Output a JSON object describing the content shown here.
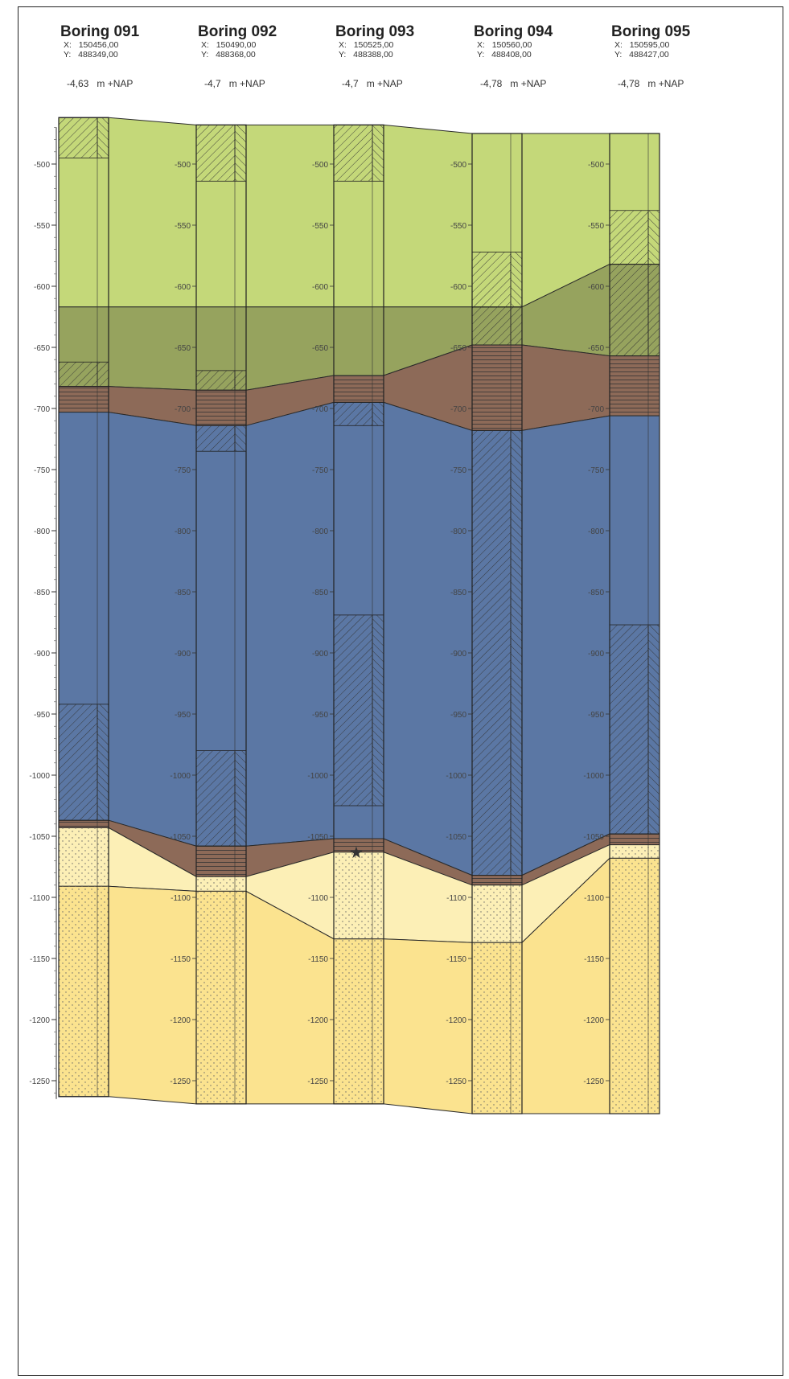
{
  "borings": [
    {
      "name": "Boring 091",
      "x_label": "X:",
      "x": "150456,00",
      "y_label": "Y:",
      "y": "488349,00",
      "elevation": "-4,63",
      "elevation_unit": "m +NAP"
    },
    {
      "name": "Boring 092",
      "x_label": "X:",
      "x": "150490,00",
      "y_label": "Y:",
      "y": "488368,00",
      "elevation": "-4,7",
      "elevation_unit": "m +NAP"
    },
    {
      "name": "Boring 093",
      "x_label": "X:",
      "x": "150525,00",
      "y_label": "Y:",
      "y": "488388,00",
      "elevation": "-4,7",
      "elevation_unit": "m +NAP"
    },
    {
      "name": "Boring 094",
      "x_label": "X:",
      "x": "150560,00",
      "y_label": "Y:",
      "y": "488408,00",
      "elevation": "-4,78",
      "elevation_unit": "m +NAP"
    },
    {
      "name": "Boring 095",
      "x_label": "X:",
      "x": "150595,00",
      "y_label": "Y:",
      "y": "488427,00",
      "elevation": "-4,78",
      "elevation_unit": "m +NAP"
    }
  ],
  "depth_ticks": [
    -500,
    -550,
    -600,
    -650,
    -700,
    -750,
    -800,
    -850,
    -900,
    -950,
    -1000,
    -1050,
    -1100,
    -1150,
    -1200,
    -1250
  ],
  "colors": {
    "topsoil": "#c4d879",
    "clay_olive": "#96a35e",
    "peat_brown": "#8d6a58",
    "clay_blue": "#5b77a4",
    "sand_light": "#fcefb6",
    "sand_yellow": "#fbe38f",
    "outline": "#222222"
  },
  "layers_depth": {
    "topsoil_top": [
      -462,
      -468,
      -468,
      -475,
      -475
    ],
    "olive_top": [
      -617,
      -617,
      -617,
      -617,
      -582
    ],
    "brown_top": [
      -682,
      -685,
      -673,
      -648,
      -657
    ],
    "blue_top": [
      -703,
      -714,
      -695,
      -718,
      -706
    ],
    "brown2_top": [
      -1037,
      -1058,
      -1052,
      -1082,
      -1048
    ],
    "lightsand_top": [
      -1043,
      -1083,
      -1063,
      -1090,
      -1057
    ],
    "yellowsand_top": [
      -1091,
      -1095,
      -1134,
      -1137,
      -1068
    ],
    "base": [
      -1263,
      -1269,
      -1269,
      -1277,
      -1277
    ]
  },
  "hatched_intervals": [
    {
      "boring": 0,
      "from": -462,
      "to": -495,
      "kind": "sand-clay"
    },
    {
      "boring": 0,
      "from": -662,
      "to": -682,
      "kind": "clay"
    },
    {
      "boring": 0,
      "from": -942,
      "to": -1037,
      "kind": "clay-sand"
    },
    {
      "boring": 1,
      "from": -468,
      "to": -514,
      "kind": "sand-clay"
    },
    {
      "boring": 1,
      "from": -669,
      "to": -685,
      "kind": "clay"
    },
    {
      "boring": 1,
      "from": -714,
      "to": -735,
      "kind": "clay-sand"
    },
    {
      "boring": 1,
      "from": -980,
      "to": -1058,
      "kind": "clay-sand"
    },
    {
      "boring": 2,
      "from": -468,
      "to": -514,
      "kind": "sand-clay"
    },
    {
      "boring": 2,
      "from": -695,
      "to": -714,
      "kind": "clay-sand"
    },
    {
      "boring": 2,
      "from": -869,
      "to": -1025,
      "kind": "clay-sand"
    },
    {
      "boring": 3,
      "from": -572,
      "to": -617,
      "kind": "sand-clay"
    },
    {
      "boring": 3,
      "from": -617,
      "to": -648,
      "kind": "clay"
    },
    {
      "boring": 3,
      "from": -718,
      "to": -1082,
      "kind": "clay-sand"
    },
    {
      "boring": 4,
      "from": -538,
      "to": -582,
      "kind": "sand-clay"
    },
    {
      "boring": 4,
      "from": -582,
      "to": -657,
      "kind": "clay"
    },
    {
      "boring": 4,
      "from": -877,
      "to": -1048,
      "kind": "clay-sand"
    }
  ],
  "marker": {
    "symbol": "★",
    "boring": 2,
    "depth": -1063
  }
}
